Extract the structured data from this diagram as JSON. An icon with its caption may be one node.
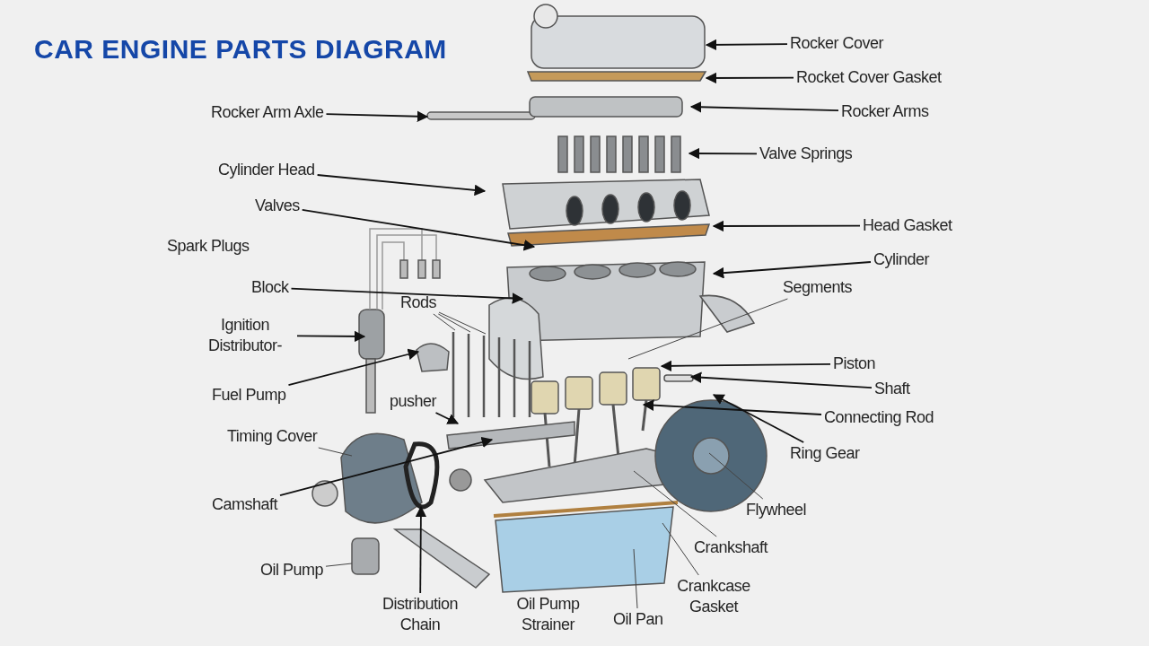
{
  "diagram": {
    "title": "CAR ENGINE PARTS DIAGRAM",
    "nodes": [
      {
        "text": [
          "Rocker Cover"
        ]
      },
      {
        "text": [
          "Rocket Cover Gasket"
        ]
      },
      {
        "text": [
          "Rocker Arm Axle"
        ]
      },
      {
        "text": [
          "Rocker Arms"
        ]
      },
      {
        "text": [
          "Valve Springs"
        ]
      },
      {
        "text": [
          "Cylinder Head"
        ]
      },
      {
        "text": [
          "Valves"
        ]
      },
      {
        "text": [
          "Head Gasket"
        ]
      },
      {
        "text": [
          "Cylinder"
        ]
      },
      {
        "text": [
          "Segments"
        ]
      },
      {
        "text": [
          "Block"
        ]
      },
      {
        "text": [
          "Rods"
        ]
      },
      {
        "text": [
          "Ignition Distributor-"
        ]
      },
      {
        "text": [
          "Fuel Pump"
        ]
      },
      {
        "text": [
          "pusher"
        ]
      },
      {
        "text": [
          "Timing Cover"
        ]
      },
      {
        "text": [
          "Camshaft"
        ]
      },
      {
        "text": [
          "Distribution Chain"
        ]
      },
      {
        "text": [
          "Oil Pump"
        ]
      },
      {
        "text": [
          "Oil Pan"
        ]
      },
      {
        "text": [
          "Crankcase Gasket"
        ]
      },
      {
        "text": [
          "Crankshaft"
        ]
      },
      {
        "text": [
          "Flywheel"
        ]
      },
      {
        "text": [
          "Piston"
        ]
      },
      {
        "text": [
          "Shaft"
        ]
      },
      {
        "text": [
          "Connecting Rod"
        ]
      },
      {
        "text": [
          "Ring Gear"
        ]
      }
    ],
    "edges": [
      {
        "from": 0,
        "to": null,
        "arrow": "to"
      },
      {
        "from": 1,
        "to": null,
        "arrow": "to"
      },
      {
        "from": 2,
        "to": null,
        "arrow": "to"
      },
      {
        "from": 3,
        "to": null,
        "arrow": "to"
      },
      {
        "from": 4,
        "to": null,
        "arrow": "to"
      },
      {
        "from": 5,
        "to": null,
        "arrow": "to"
      },
      {
        "from": 6,
        "to": null,
        "arrow": "to"
      },
      {
        "from": 7,
        "to": null,
        "arrow": "to"
      },
      {
        "from": 8,
        "to": null,
        "arrow": "to"
      },
      {
        "from": 9,
        "to": null,
        "arrow": "none"
      },
      {
        "from": 10,
        "to": null,
        "arrow": "to"
      },
      {
        "from": 11,
        "to": null,
        "arrow": "none"
      },
      {
        "from": 11,
        "to": null,
        "arrow": "none"
      },
      {
        "from": 11,
        "to": null,
        "arrow": "none"
      },
      {
        "from": 12,
        "to": null,
        "arrow": "to"
      },
      {
        "from": 13,
        "to": null,
        "arrow": "to"
      },
      {
        "from": 14,
        "to": null,
        "arrow": "to"
      },
      {
        "from": 15,
        "to": null,
        "arrow": "none"
      },
      {
        "from": 16,
        "to": null,
        "arrow": "to"
      },
      {
        "from": 17,
        "to": null,
        "arrow": "to"
      },
      {
        "from": 18,
        "to": null,
        "arrow": "none"
      },
      {
        "from": 19,
        "to": null,
        "arrow": "none"
      },
      {
        "from": 20,
        "to": null,
        "arrow": "none"
      },
      {
        "from": 21,
        "to": null,
        "arrow": "none"
      },
      {
        "from": 22,
        "to": null,
        "arrow": "none"
      },
      {
        "from": 23,
        "to": null,
        "arrow": "to"
      },
      {
        "from": 24,
        "to": null,
        "arrow": "to"
      },
      {
        "from": 25,
        "to": null,
        "arrow": "to"
      },
      {
        "from": 26,
        "to": null,
        "arrow": "to"
      }
    ],
    "labels": [
      "Spark Plugs",
      "Oil Pump Strainer"
    ]
  }
}
